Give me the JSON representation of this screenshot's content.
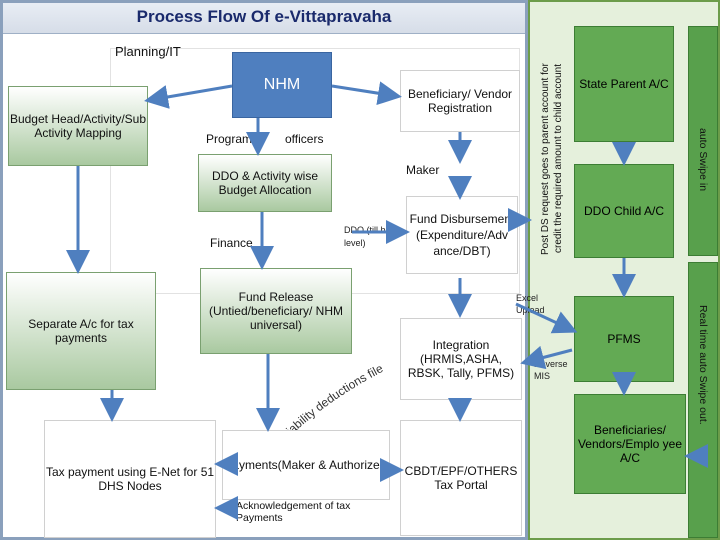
{
  "title": "Process Flow Of e-Vittapravaha",
  "planning_label": "Planning/IT",
  "nhm": "NHM",
  "budget_head": "Budget Head/Activity/Sub Activity Mapping",
  "program": "Program",
  "officers": "officers",
  "beneficiary_vendor": "Beneficiary/ Vendor Registration",
  "ddo_activity": "DDO & Activity wise Budget Allocation",
  "maker": "Maker",
  "finance": "Finance",
  "ddo_till": "DDO (till block level)",
  "fund_disbursement": "Fund Disbursement (Expenditure/Adv ance/DBT)",
  "separate_ac": "Separate A/c for tax payments",
  "fund_release": "Fund Release (Untied/beneficiary/ NHM universal)",
  "excel_upload": "Excel Upload",
  "integration": "Integration (HRMIS,ASHA, RBSK, Tally, PFMS)",
  "reverse_mis": "Reverse MIS",
  "liability": "Liability deductions file",
  "tax_payment": "Tax payment using E-Net for 51 DHS Nodes",
  "payments": "Payments(Maker & Authorizer)",
  "acknowledgement": "Acknowledgement of tax Payments",
  "cbdt": "CBDT/EPF/OTHERS Tax Portal",
  "post_ds": "Post DS request goes to parent account for credit the required amount to child account",
  "state_parent": "State Parent A/C",
  "auto_swipe": "auto Swipe in",
  "ddo_child": "DDO Child A/C",
  "pfms": "PFMS",
  "realtime_swipe": "Real time auto Swipe out.",
  "beneficiaries": "Beneficiaries/ Vendors/Emplo yee A/C"
}
